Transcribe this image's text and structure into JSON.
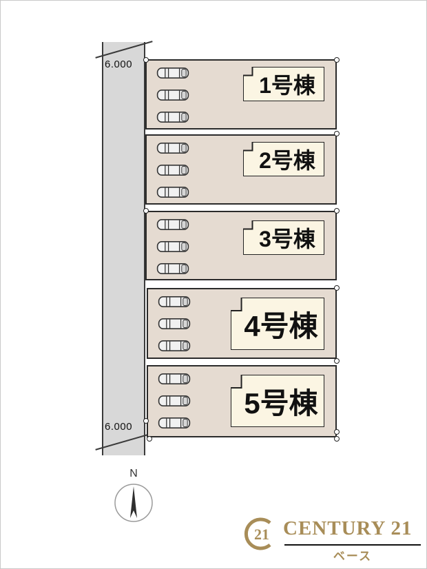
{
  "site_plan": {
    "road": {
      "dim_top": "6.000",
      "dim_bottom": "6.000"
    },
    "lots": [
      {
        "label": "1号棟"
      },
      {
        "label": "2号棟"
      },
      {
        "label": "3号棟"
      },
      {
        "label": "4号棟"
      },
      {
        "label": "5号棟"
      }
    ],
    "compass": {
      "label": "N"
    }
  },
  "branding": {
    "emblem_number": "21",
    "brand_name": "CENTURY 21",
    "store_name": "ベース"
  },
  "colors": {
    "lot_fill": "#e5dbd1",
    "label_fill": "#fbf5e3",
    "road_fill": "#d8d8d8",
    "line_color": "#2a2a2a",
    "brand_gold": "#a88d58"
  }
}
